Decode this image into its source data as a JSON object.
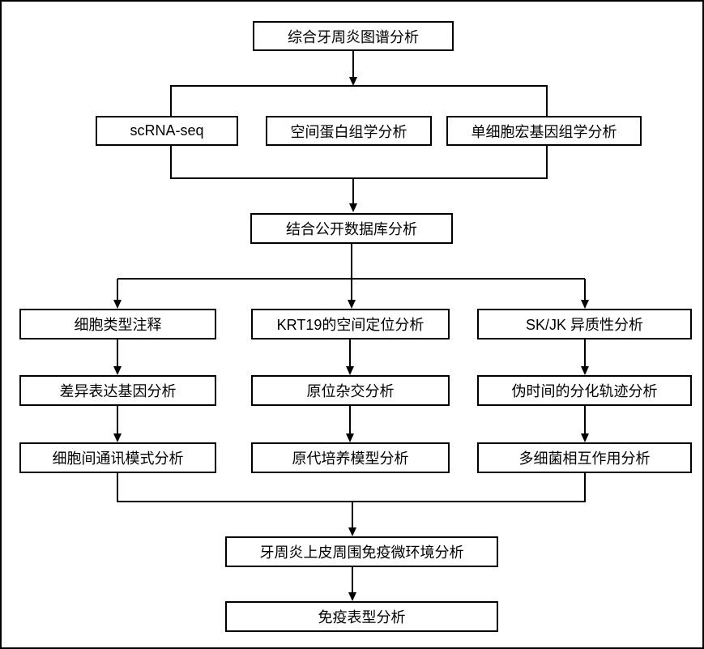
{
  "diagram": {
    "type": "flowchart",
    "colors": {
      "background": "#ffffff",
      "line": "#000000",
      "box_border": "#000000",
      "text": "#000000"
    },
    "nodes": {
      "root": "综合牙周炎图谱分析",
      "scrna_seq": "scRNA-seq",
      "spatial_proteomics": "空间蛋白组学分析",
      "sc_metagenomics": "单细胞宏基因组学分析",
      "public_db": "结合公开数据库分析",
      "cell_type_annotation": "细胞类型注释",
      "deg_analysis": "差异表达基因分析",
      "cell_communication": "细胞间通讯模式分析",
      "krt19_spatial": "KRT19的空间定位分析",
      "in_situ_hybridization": "原位杂交分析",
      "primary_culture": "原代培养模型分析",
      "sk_jk_heterogeneity": "SK/JK 异质性分析",
      "pseudotime_trajectory": "伪时间的分化轨迹分析",
      "multi_bacteria_interaction": "多细菌相互作用分析",
      "immune_microenvironment": "牙周炎上皮周围免疫微环境分析",
      "immunophenotype": "免疫表型分析"
    },
    "edges": [
      "root -> [scrna_seq, spatial_proteomics, sc_metagenomics]",
      "[scrna_seq, spatial_proteomics, sc_metagenomics] -> public_db",
      "public_db -> [cell_type_annotation, krt19_spatial, sk_jk_heterogeneity]",
      "cell_type_annotation -> deg_analysis -> cell_communication",
      "krt19_spatial -> in_situ_hybridization -> primary_culture",
      "sk_jk_heterogeneity -> pseudotime_trajectory -> multi_bacteria_interaction",
      "[cell_communication, primary_culture, multi_bacteria_interaction] -> immune_microenvironment",
      "immune_microenvironment -> immunophenotype"
    ]
  }
}
